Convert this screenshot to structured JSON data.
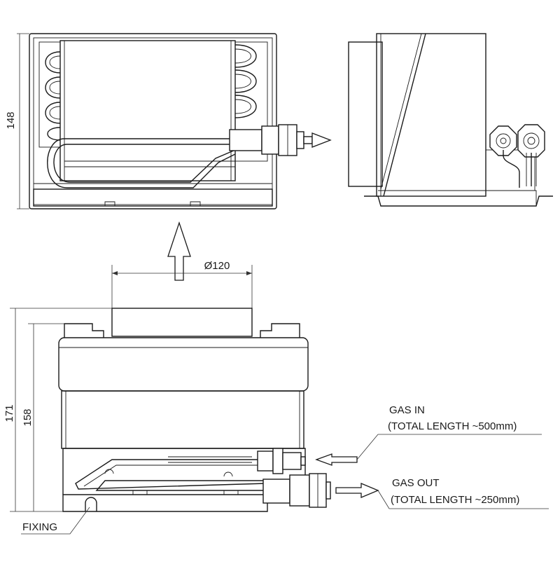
{
  "dimensions": {
    "front_height": "148",
    "overall_height": "171",
    "body_height": "158",
    "outlet_diameter": "Ø120"
  },
  "callouts": {
    "gas_in_title": "GAS IN",
    "gas_in_length": "(TOTAL LENGTH ~500mm)",
    "gas_out_title": "GAS OUT",
    "gas_out_length": "(TOTAL LENGTH ~250mm)",
    "fixing": "FIXING"
  }
}
